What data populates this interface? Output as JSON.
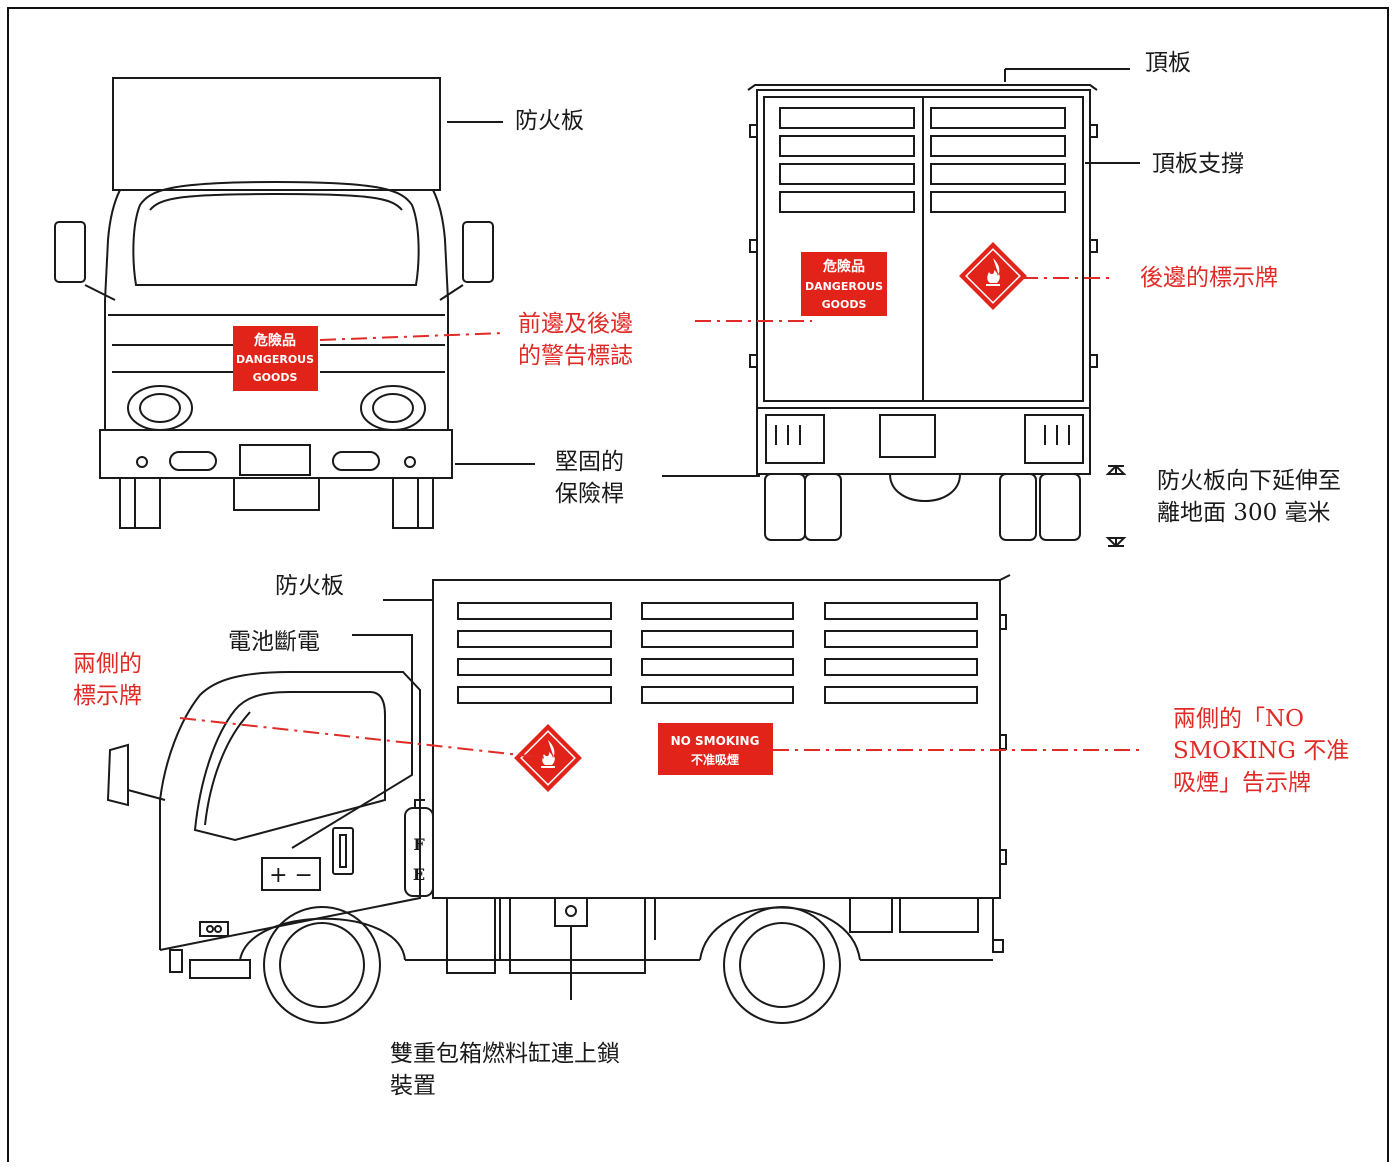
{
  "colors": {
    "line": "#1a1a1a",
    "accent": "#e02b27",
    "sign_red": "#e2231a",
    "label": "#1a1a1a"
  },
  "labels": {
    "front_firewall": "防火板",
    "front_back_warning": "前邊及後邊\n的警告標誌",
    "sturdy_bumper": "堅固的\n保險桿",
    "roof_panel": "頂板",
    "roof_support": "頂板支撐",
    "rear_placard": "後邊的標示牌",
    "firewall_extend": "防火板向下延伸至\n離地面 300 毫米",
    "side_firewall": "防火板",
    "battery_cutoff": "電池斷電",
    "side_placard": "兩側的\n標示牌",
    "no_smoking_notice": "兩側的「NO\nSMOKING 不准\n吸煙」告示牌",
    "fuel_tank": "雙重包箱燃料缸連上鎖\n裝置"
  },
  "signs": {
    "dangerous_goods": [
      "危險品",
      "DANGEROUS",
      "GOODS"
    ],
    "no_smoking": [
      "NO SMOKING",
      "不准吸煙"
    ],
    "battery": "+ −",
    "extinguisher": [
      "F",
      "E"
    ]
  },
  "icons": [
    "flame-diamond-icon"
  ]
}
